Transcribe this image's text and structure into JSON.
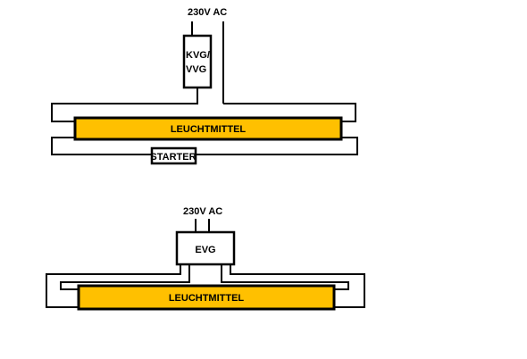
{
  "top_circuit": {
    "supply_label": "230V AC",
    "ballast_label_line1": "KVG/",
    "ballast_label_line2": "VVG",
    "tube_label": "LEUCHTMITTEL",
    "starter_label": "STARTER"
  },
  "bottom_circuit": {
    "supply_label": "230V AC",
    "ballast_label": "EVG",
    "tube_label": "LEUCHTMITTEL"
  },
  "colors": {
    "tube_fill": "#FFC000",
    "wire": "#000000"
  }
}
